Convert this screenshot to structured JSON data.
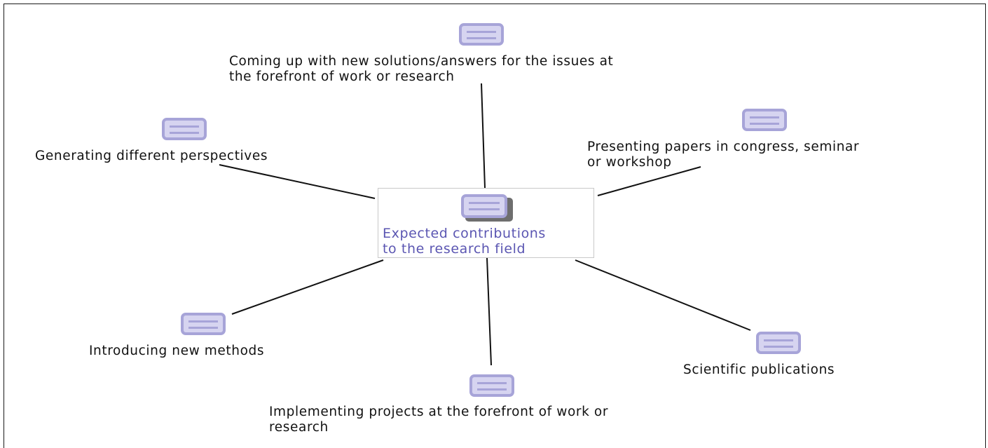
{
  "diagram": {
    "center": {
      "label_lines": [
        "Expected contributions",
        "to the research field"
      ]
    },
    "nodes": [
      {
        "id": "solutions",
        "label_lines": [
          "Coming up with new solutions/answers for the issues at",
          "the forefront of work or research"
        ]
      },
      {
        "id": "perspectives",
        "label_lines": [
          "Generating different perspectives"
        ]
      },
      {
        "id": "papers",
        "label_lines": [
          "Presenting papers in congress, seminar",
          "or workshop"
        ]
      },
      {
        "id": "methods",
        "label_lines": [
          "Introducing new methods"
        ]
      },
      {
        "id": "projects",
        "label_lines": [
          "Implementing projects at the forefront of work or",
          "research"
        ]
      },
      {
        "id": "publications",
        "label_lines": [
          "Scientific publications"
        ]
      }
    ],
    "colors": {
      "icon_border": "#a7a4d8",
      "icon_fill": "#d6d4f0",
      "center_text": "#5b56b2",
      "line": "#111111"
    },
    "icon": "note-icon"
  }
}
